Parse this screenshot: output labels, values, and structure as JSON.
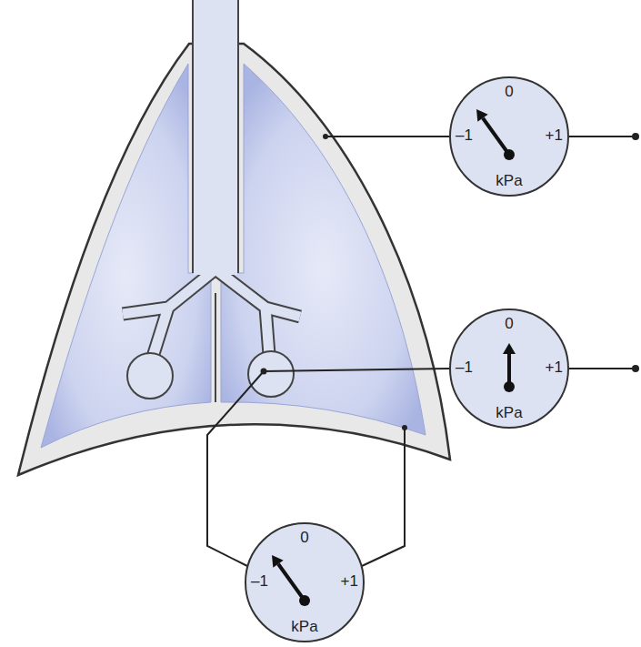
{
  "diagram": {
    "nodes": [
      {
        "text": [
          "0",
          "–1",
          "+1",
          "kPa"
        ]
      },
      {
        "text": [
          "0",
          "–1",
          "+1",
          "kPa"
        ]
      },
      {
        "text": [
          "0",
          "–1",
          "+1",
          "kPa"
        ]
      }
    ]
  }
}
